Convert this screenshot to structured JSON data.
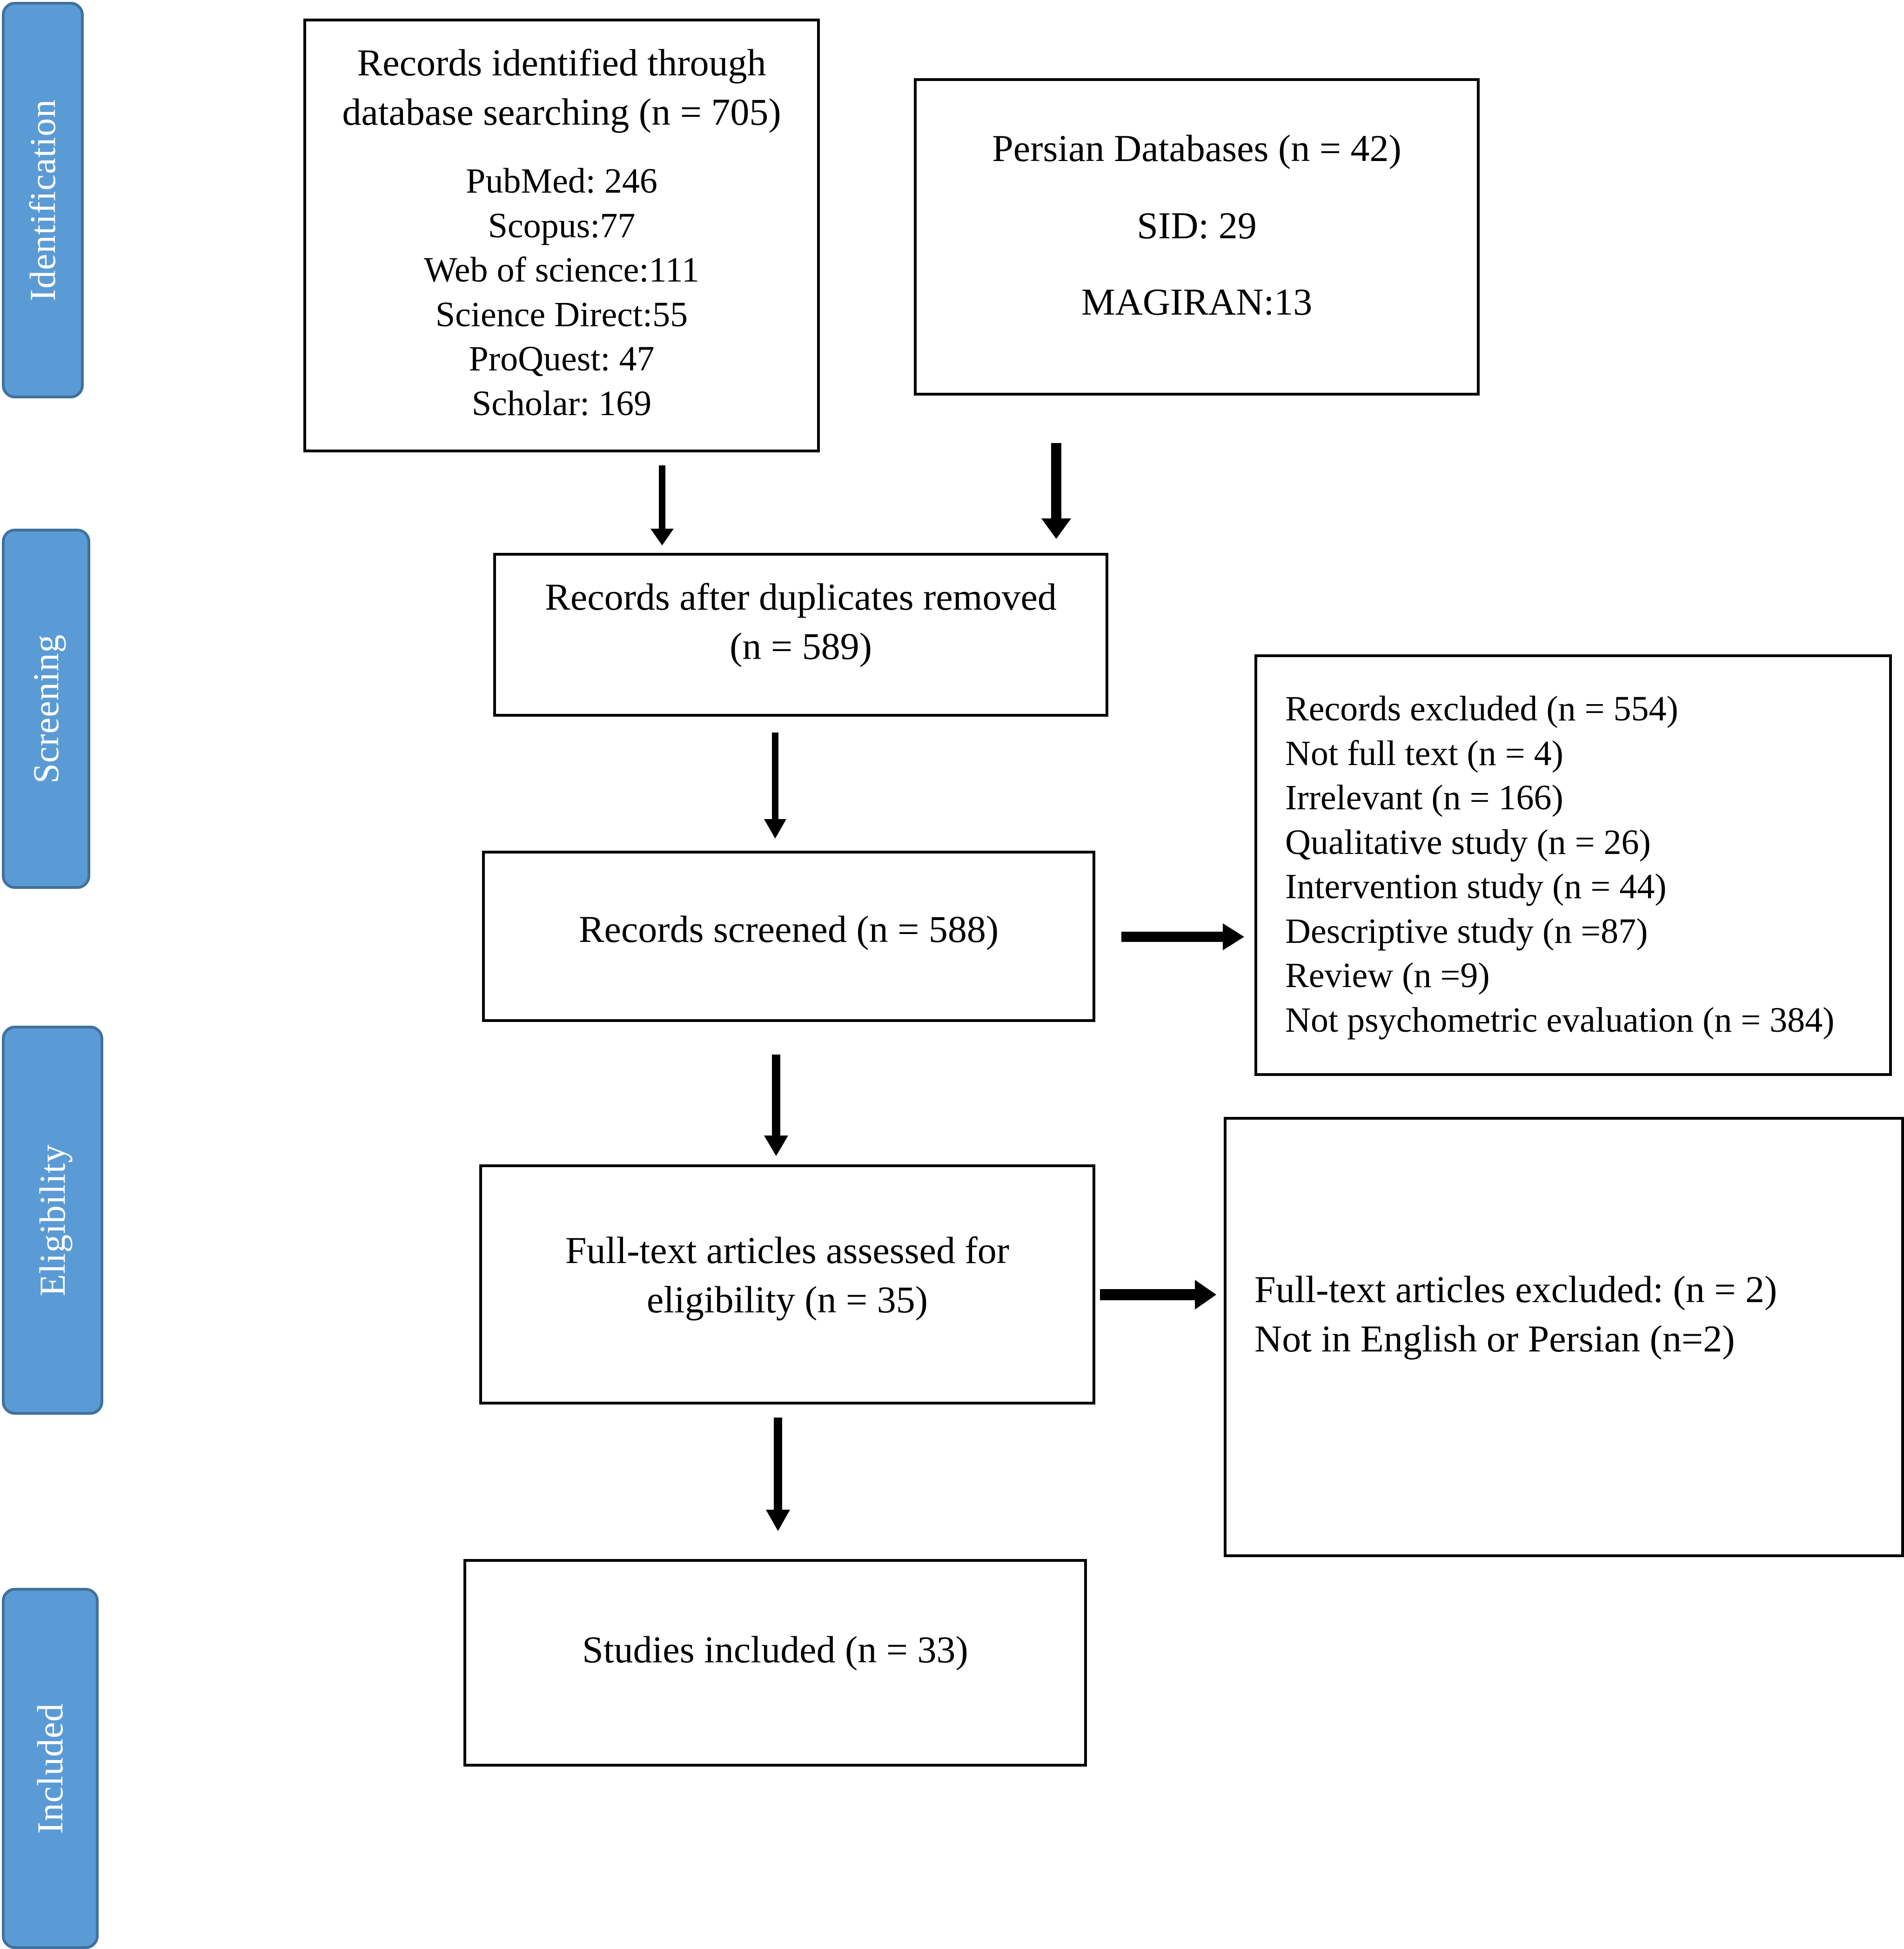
{
  "stages": {
    "identification": "Identification",
    "screening": "Screening",
    "eligibility": "Eligibility",
    "included": "Included"
  },
  "identified": {
    "title_line1": "Records identified through",
    "title_line2": "database searching (n = 705)",
    "sources": [
      "PubMed: 246",
      "Scopus:77",
      "Web of science:111",
      "Science Direct:55",
      "ProQuest: 47",
      "Scholar: 169"
    ]
  },
  "persian": {
    "title": "Persian Databases (n = 42)",
    "sid": "SID: 29",
    "magiran": "MAGIRAN:13"
  },
  "duplicates": {
    "line1": "Records after duplicates removed",
    "line2": "(n = 589)"
  },
  "screened": {
    "text": "Records screened (n = 588)"
  },
  "excluded": {
    "lines": [
      "Records excluded (n = 554)",
      "Not full text (n = 4)",
      "Irrelevant (n = 166)",
      "Qualitative study (n = 26)",
      "Intervention study (n = 44)",
      "Descriptive study (n =87)",
      "Review (n =9)",
      "Not psychometric evaluation (n = 384)"
    ]
  },
  "fulltext": {
    "line1": "Full-text articles assessed for",
    "line2": "eligibility (n = 35)"
  },
  "fulltext_excluded": {
    "line1": "Full-text articles excluded: (n = 2)",
    "line2": "Not in English or Persian (n=2)"
  },
  "included": {
    "text": "Studies included (n = 33)"
  },
  "colors": {
    "stage_fill": "#5b9bd5",
    "stage_border": "#41719c",
    "box_border": "#000000"
  }
}
